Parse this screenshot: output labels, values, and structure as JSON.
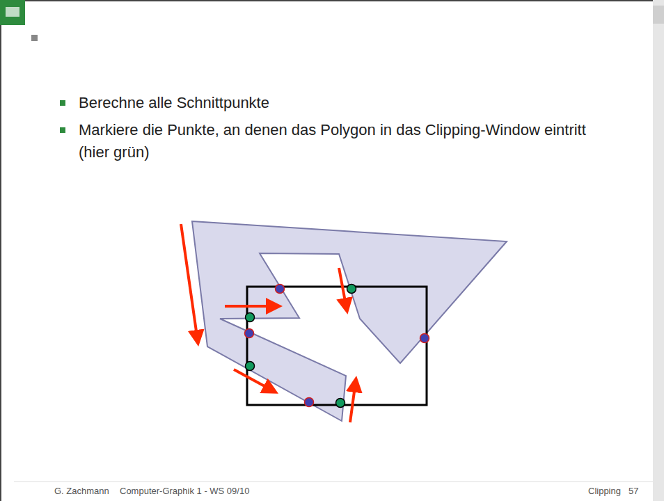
{
  "diagram": {
    "labels": [
      "Berechne alle Schnittpunkte",
      "Markiere die Punkte, an denen das Polygon in das Clipping-Window eintritt (hier grün)",
      "G. Zachmann",
      "Computer-Graphik 1 - WS 09/10",
      "Clipping",
      "57"
    ]
  }
}
